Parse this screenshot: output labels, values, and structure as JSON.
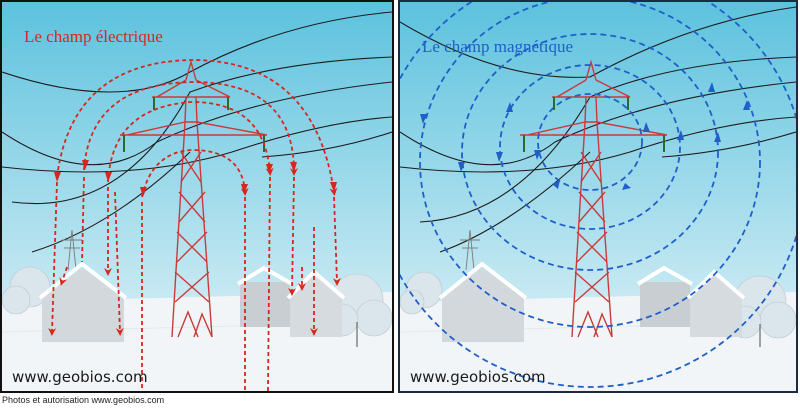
{
  "left_panel": {
    "title": "Le champ électrique",
    "watermark": "www.geobios.com",
    "field_color": "#d8261c"
  },
  "right_panel": {
    "title": "Le champ magnétique",
    "watermark": "www.geobios.com",
    "field_color": "#1f5fc8"
  },
  "caption": "Photos et autorisation www.geobios.com",
  "colors": {
    "sky_top": "#5fc3df",
    "sky_bottom": "#e2f3f8",
    "ground": "#f3f6f8",
    "tower": "#c93a3a"
  }
}
